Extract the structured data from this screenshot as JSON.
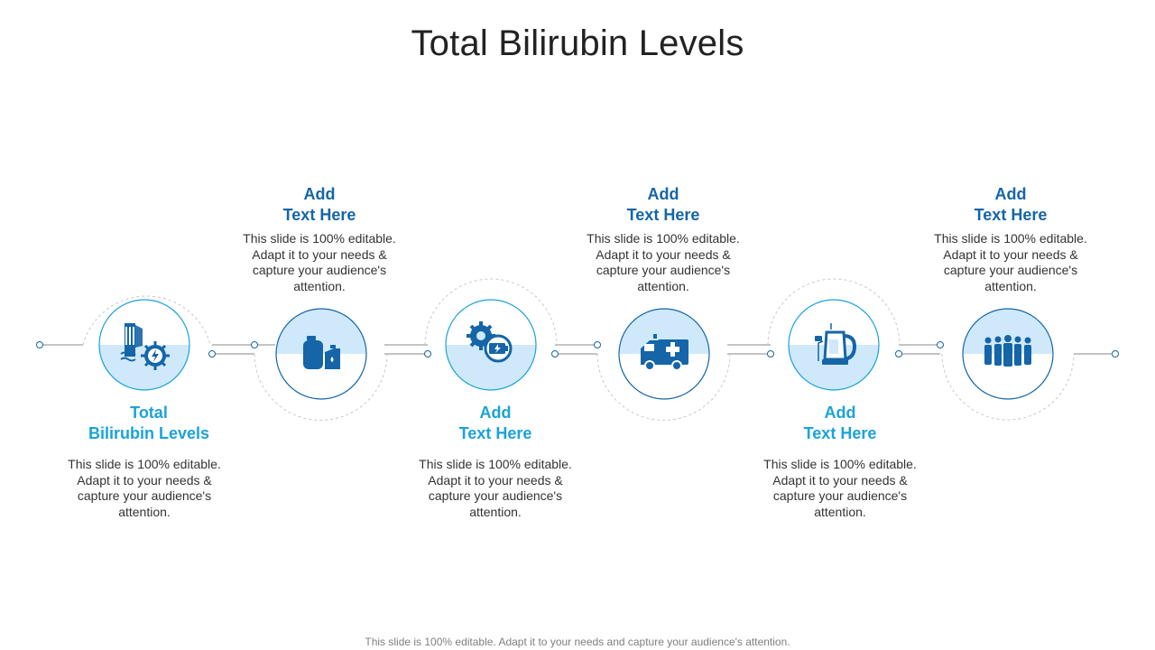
{
  "title": "Total Bilirubin Levels",
  "footer": "This slide is 100% editable. Adapt it to your needs and capture your audience's attention.",
  "colors": {
    "accent_light": "#1aa3d9",
    "accent_dark": "#1565a8",
    "icon_fill": "#1565a8",
    "circle_fill": "#cfe9fa",
    "connector": "#8a8a8a",
    "dashed_ring": "#c8c8c8"
  },
  "steps": [
    {
      "heading_line1": "Total",
      "heading_line2": "Bilirubin Levels",
      "body": "This slide is 100% editable. Adapt it to your needs & capture your audience's attention.",
      "icon": "hydroelectric-dam-icon"
    },
    {
      "heading_line1": "Add",
      "heading_line2": "Text Here",
      "body": "This slide is 100% editable. Adapt it to your needs & capture your audience's attention.",
      "icon": "fuel-canisters-icon"
    },
    {
      "heading_line1": "Add",
      "heading_line2": "Text Here",
      "body": "This slide is 100% editable. Adapt it to your needs & capture your audience's attention.",
      "icon": "gear-battery-icon"
    },
    {
      "heading_line1": "Add",
      "heading_line2": "Text Here",
      "body": "This slide is 100% editable. Adapt it to your needs & capture your audience's attention.",
      "icon": "ambulance-icon"
    },
    {
      "heading_line1": "Add",
      "heading_line2": "Text Here",
      "body": "This slide is 100% editable. Adapt it to your needs & capture your audience's attention.",
      "icon": "electric-kettle-icon"
    },
    {
      "heading_line1": "Add",
      "heading_line2": "Text Here",
      "body": "This slide is 100% editable. Adapt it to your needs & capture your audience's attention.",
      "icon": "group-of-people-icon"
    }
  ]
}
